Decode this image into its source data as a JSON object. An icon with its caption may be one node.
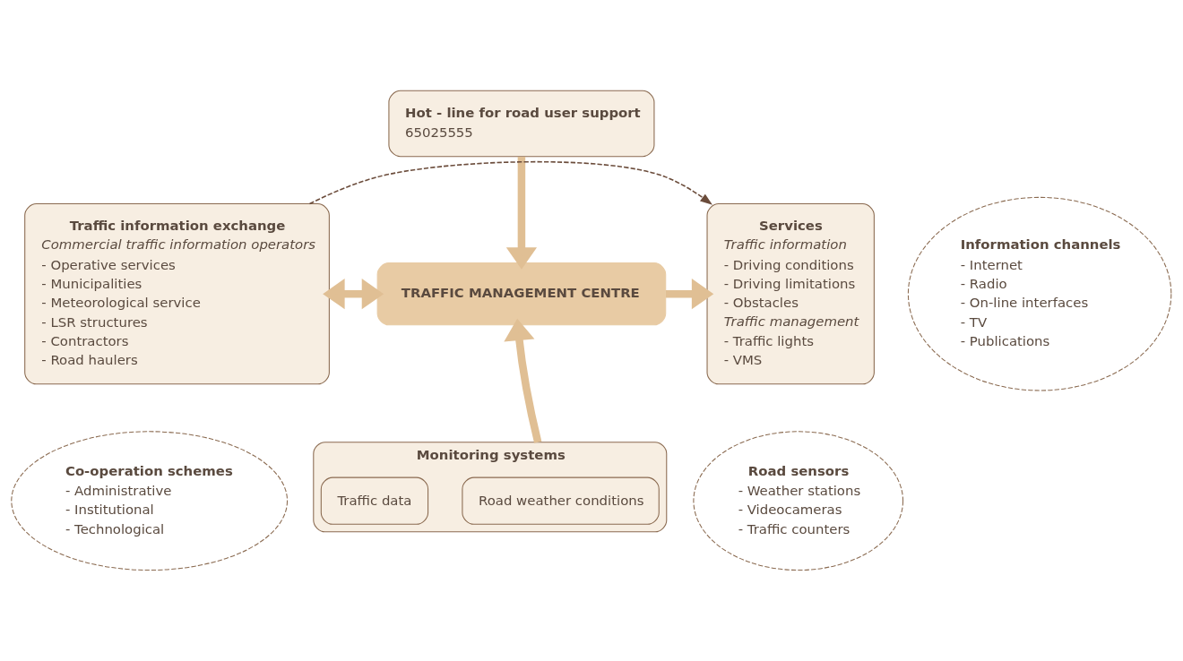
{
  "diagram": {
    "nodes": [
      {
        "text": [
          "Hot - line for road user support",
          "65025555"
        ]
      },
      {
        "text": [
          "Traffic information exchange",
          "Commercial traffic information operators",
          "- Operative services",
          "- Municipalities",
          "- Meteorological service",
          "- LSR structures",
          "- Contractors",
          "- Road haulers"
        ]
      },
      {
        "text": [
          "TRAFFIC MANAGEMENT CENTRE"
        ]
      },
      {
        "text": [
          "Services",
          "Traffic information",
          "- Driving conditions",
          "- Driving limitations",
          "- Obstacles",
          "Traffic management",
          "- Traffic lights",
          "- VMS"
        ]
      },
      {
        "text": [
          "Information channels",
          "- Internet",
          "- Radio",
          "- On-line interfaces",
          "- TV",
          "- Publications"
        ]
      },
      {
        "text": [
          "Co-operation schemes",
          "- Administrative",
          "- Institutional",
          "- Technological"
        ]
      },
      {
        "text": [
          "Monitoring systems"
        ]
      },
      {
        "text": [
          "Road weather conditions"
        ],
        "in": 6
      },
      {
        "text": [
          "Traffic data"
        ],
        "in": 6
      },
      {
        "text": [
          "Road sensors",
          "- Weather stations",
          "- Videocameras",
          "- Traffic counters"
        ]
      }
    ],
    "edges": [
      {
        "from": 1,
        "to": 3,
        "arrow": "to",
        "style": "dashed",
        "color": "#6b4c3b"
      },
      {
        "from": 0,
        "to": 2,
        "arrow": "to"
      },
      {
        "from": 1,
        "to": 2,
        "arrow": "both"
      },
      {
        "from": 2,
        "to": 3,
        "arrow": "to"
      },
      {
        "from": 6,
        "to": 2,
        "arrow": "to"
      }
    ]
  }
}
